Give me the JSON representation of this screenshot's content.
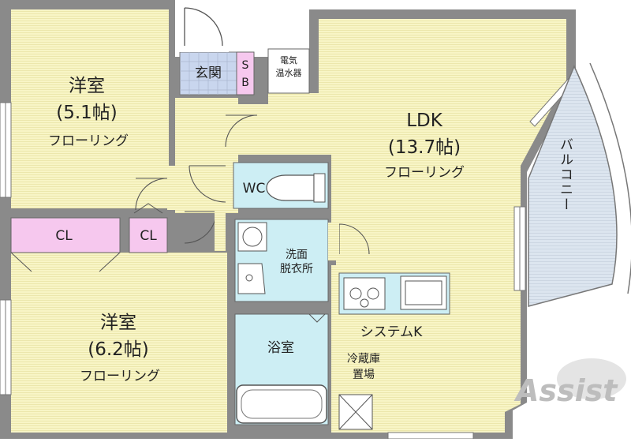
{
  "rooms": {
    "western1": {
      "name": "洋室",
      "size": "(5.1帖)",
      "floor": "フローリング"
    },
    "western2": {
      "name": "洋室",
      "size": "(6.2帖)",
      "floor": "フローリング"
    },
    "ldk": {
      "name": "LDK",
      "size": "(13.7帖)",
      "floor": "フローリング"
    },
    "closet_a": "CL",
    "closet_b": "CL",
    "entrance": "玄関",
    "shoebox_1": "S",
    "shoebox_2": "B",
    "water_heater_1": "電気",
    "water_heater_2": "温水器",
    "toilet": "WC",
    "washroom_1": "洗面",
    "washroom_2": "脱衣所",
    "bath": "浴室",
    "kitchen": "システムK",
    "fridge_1": "冷蔵庫",
    "fridge_2": "置場",
    "balcony": "バルコニー"
  },
  "logo": {
    "text": "Assist"
  },
  "colors": {
    "wall": "#8a8a8a",
    "floor": "#f7f4c2",
    "wet": "#cdeef4",
    "closet": "#f6c8ee",
    "balcony": "#d8e2ee",
    "entrance": "#c9d6ee"
  }
}
